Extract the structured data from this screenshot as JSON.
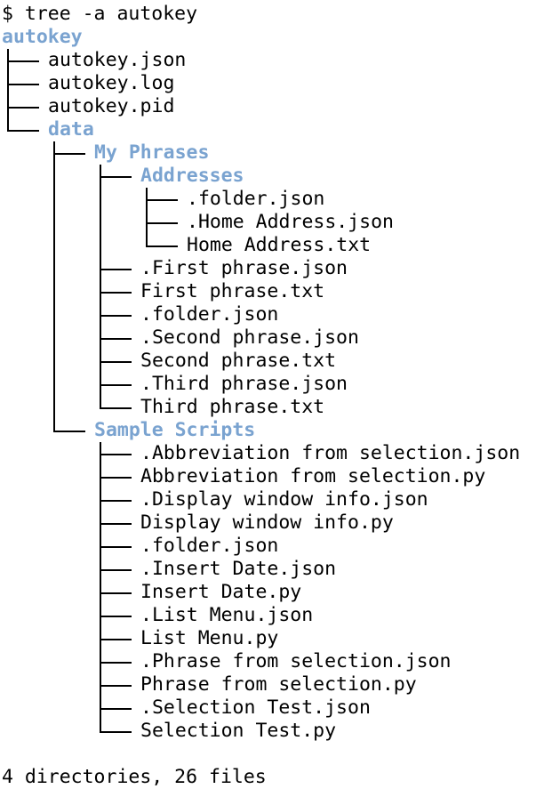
{
  "terminal": {
    "command": "$ tree -a autokey",
    "root": "autokey",
    "entries": [
      {
        "text": "autokey.json",
        "type": "file"
      },
      {
        "text": "autokey.log",
        "type": "file"
      },
      {
        "text": "autokey.pid",
        "type": "file"
      },
      {
        "text": "data",
        "type": "dir"
      },
      {
        "text": "My Phrases",
        "type": "dir"
      },
      {
        "text": "Addresses",
        "type": "dir"
      },
      {
        "text": ".folder.json",
        "type": "file"
      },
      {
        "text": ".Home Address.json",
        "type": "file"
      },
      {
        "text": "Home Address.txt",
        "type": "file"
      },
      {
        "text": ".First phrase.json",
        "type": "file"
      },
      {
        "text": "First phrase.txt",
        "type": "file"
      },
      {
        "text": ".folder.json",
        "type": "file"
      },
      {
        "text": ".Second phrase.json",
        "type": "file"
      },
      {
        "text": "Second phrase.txt",
        "type": "file"
      },
      {
        "text": ".Third phrase.json",
        "type": "file"
      },
      {
        "text": "Third phrase.txt",
        "type": "file"
      },
      {
        "text": "Sample Scripts",
        "type": "dir"
      },
      {
        "text": ".Abbreviation from selection.json",
        "type": "file"
      },
      {
        "text": "Abbreviation from selection.py",
        "type": "file"
      },
      {
        "text": ".Display window info.json",
        "type": "file"
      },
      {
        "text": "Display window info.py",
        "type": "file"
      },
      {
        "text": ".folder.json",
        "type": "file"
      },
      {
        "text": ".Insert Date.json",
        "type": "file"
      },
      {
        "text": "Insert Date.py",
        "type": "file"
      },
      {
        "text": ".List Menu.json",
        "type": "file"
      },
      {
        "text": "List Menu.py",
        "type": "file"
      },
      {
        "text": ".Phrase from selection.json",
        "type": "file"
      },
      {
        "text": "Phrase from selection.py",
        "type": "file"
      },
      {
        "text": ".Selection Test.json",
        "type": "file"
      },
      {
        "text": "Selection Test.py",
        "type": "file"
      }
    ],
    "summary": "4 directories, 26 files"
  },
  "colors": {
    "background": "#ffffff",
    "text": "#000000",
    "directory": "#7aa3d0"
  }
}
